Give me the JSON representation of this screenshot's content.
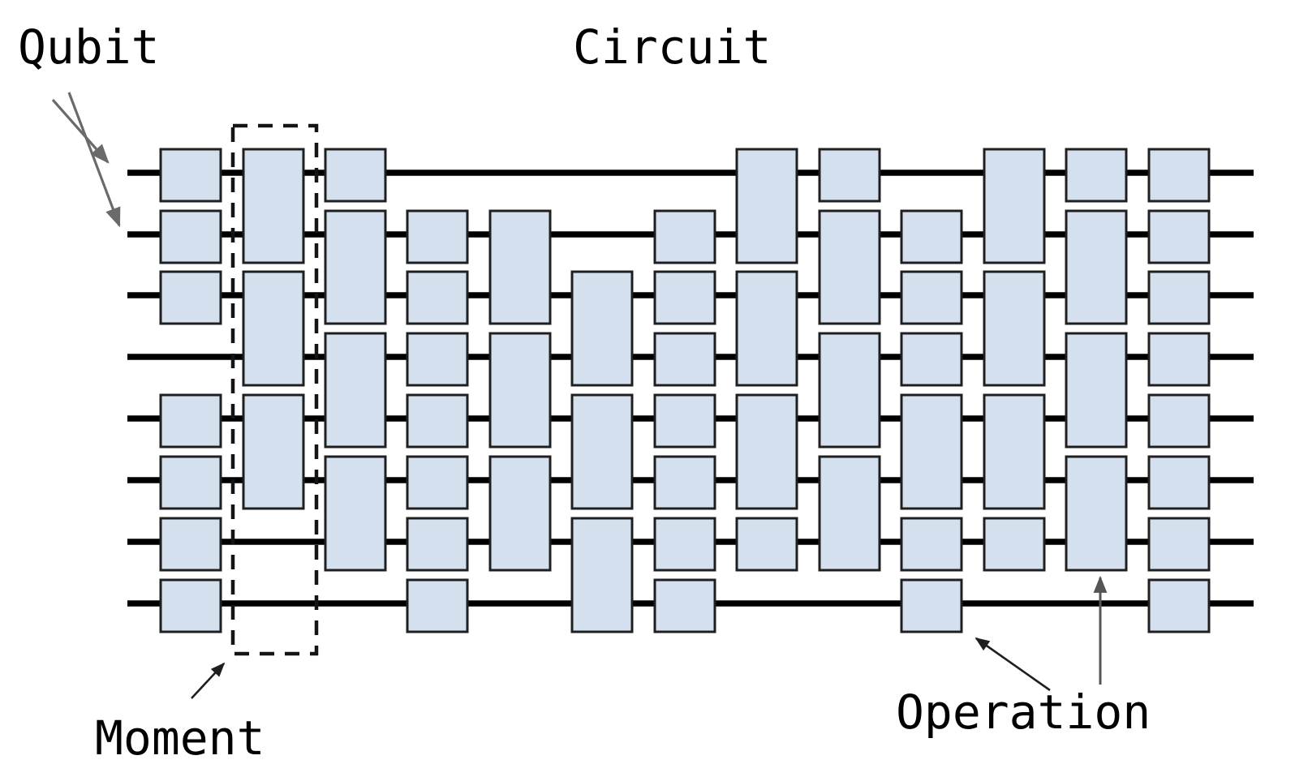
{
  "title": "Circuit",
  "labels": {
    "qubit": "Qubit",
    "moment": "Moment",
    "operation": "Operation"
  },
  "diagram": {
    "num_qubits": 8,
    "num_moments": 13,
    "highlighted_moment_index": 2,
    "columns": [
      {
        "index": 1,
        "singles": [
          1,
          2,
          3,
          5,
          6,
          7,
          8
        ],
        "doubles": []
      },
      {
        "index": 2,
        "singles": [],
        "doubles": [
          [
            1,
            2
          ],
          [
            3,
            4
          ],
          [
            5,
            6
          ]
        ],
        "highlighted_moment": true
      },
      {
        "index": 3,
        "singles": [
          1
        ],
        "doubles": [
          [
            2,
            3
          ],
          [
            4,
            5
          ],
          [
            6,
            7
          ]
        ]
      },
      {
        "index": 4,
        "singles": [
          2,
          3,
          4,
          5,
          6,
          7,
          8
        ],
        "doubles": []
      },
      {
        "index": 5,
        "singles": [],
        "doubles": [
          [
            2,
            3
          ],
          [
            4,
            5
          ],
          [
            6,
            7
          ]
        ]
      },
      {
        "index": 6,
        "singles": [],
        "doubles": [
          [
            3,
            4
          ],
          [
            5,
            6
          ],
          [
            7,
            8
          ]
        ]
      },
      {
        "index": 7,
        "singles": [
          2,
          3,
          4,
          5,
          6,
          7,
          8
        ],
        "doubles": []
      },
      {
        "index": 8,
        "singles": [
          7
        ],
        "doubles": [
          [
            1,
            2
          ],
          [
            3,
            4
          ],
          [
            5,
            6
          ]
        ]
      },
      {
        "index": 9,
        "singles": [
          1
        ],
        "doubles": [
          [
            2,
            3
          ],
          [
            4,
            5
          ],
          [
            6,
            7
          ]
        ]
      },
      {
        "index": 10,
        "singles": [
          2,
          3,
          4,
          7,
          8
        ],
        "doubles": [
          [
            5,
            6
          ]
        ]
      },
      {
        "index": 11,
        "singles": [
          7
        ],
        "doubles": [
          [
            1,
            2
          ],
          [
            3,
            4
          ],
          [
            5,
            6
          ]
        ]
      },
      {
        "index": 12,
        "singles": [
          1
        ],
        "doubles": [
          [
            2,
            3
          ],
          [
            4,
            5
          ],
          [
            6,
            7
          ]
        ]
      },
      {
        "index": 13,
        "singles": [
          1,
          2,
          3,
          4,
          5,
          6,
          7,
          8
        ],
        "doubles": []
      }
    ]
  },
  "colors": {
    "background": "#ffffff",
    "gate_fill": "#d5e0ef",
    "gate_border": "#1f1f1f",
    "wire": "#000000",
    "moment_outline": "#141414",
    "label_text": "#000000",
    "qubit_arrow": "#6a6a6a",
    "annotation_arrow": "#1f1f1f",
    "operation_vertical_arrow": "#555555"
  }
}
